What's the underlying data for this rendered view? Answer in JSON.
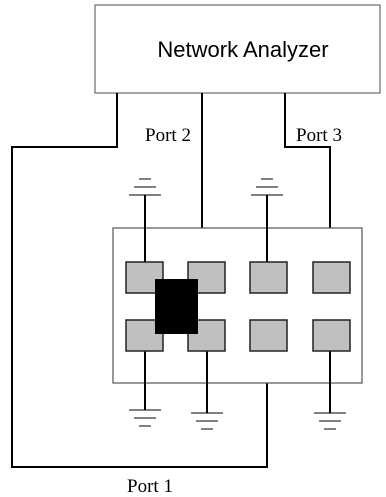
{
  "analyzer": {
    "title": "Network Analyzer"
  },
  "ports": {
    "port1": "Port 1",
    "port2": "Port 2",
    "port3": "Port 3"
  },
  "colors": {
    "pad_fill": "#c0c0c0",
    "chip_fill": "#000000",
    "wire": "#000000"
  }
}
